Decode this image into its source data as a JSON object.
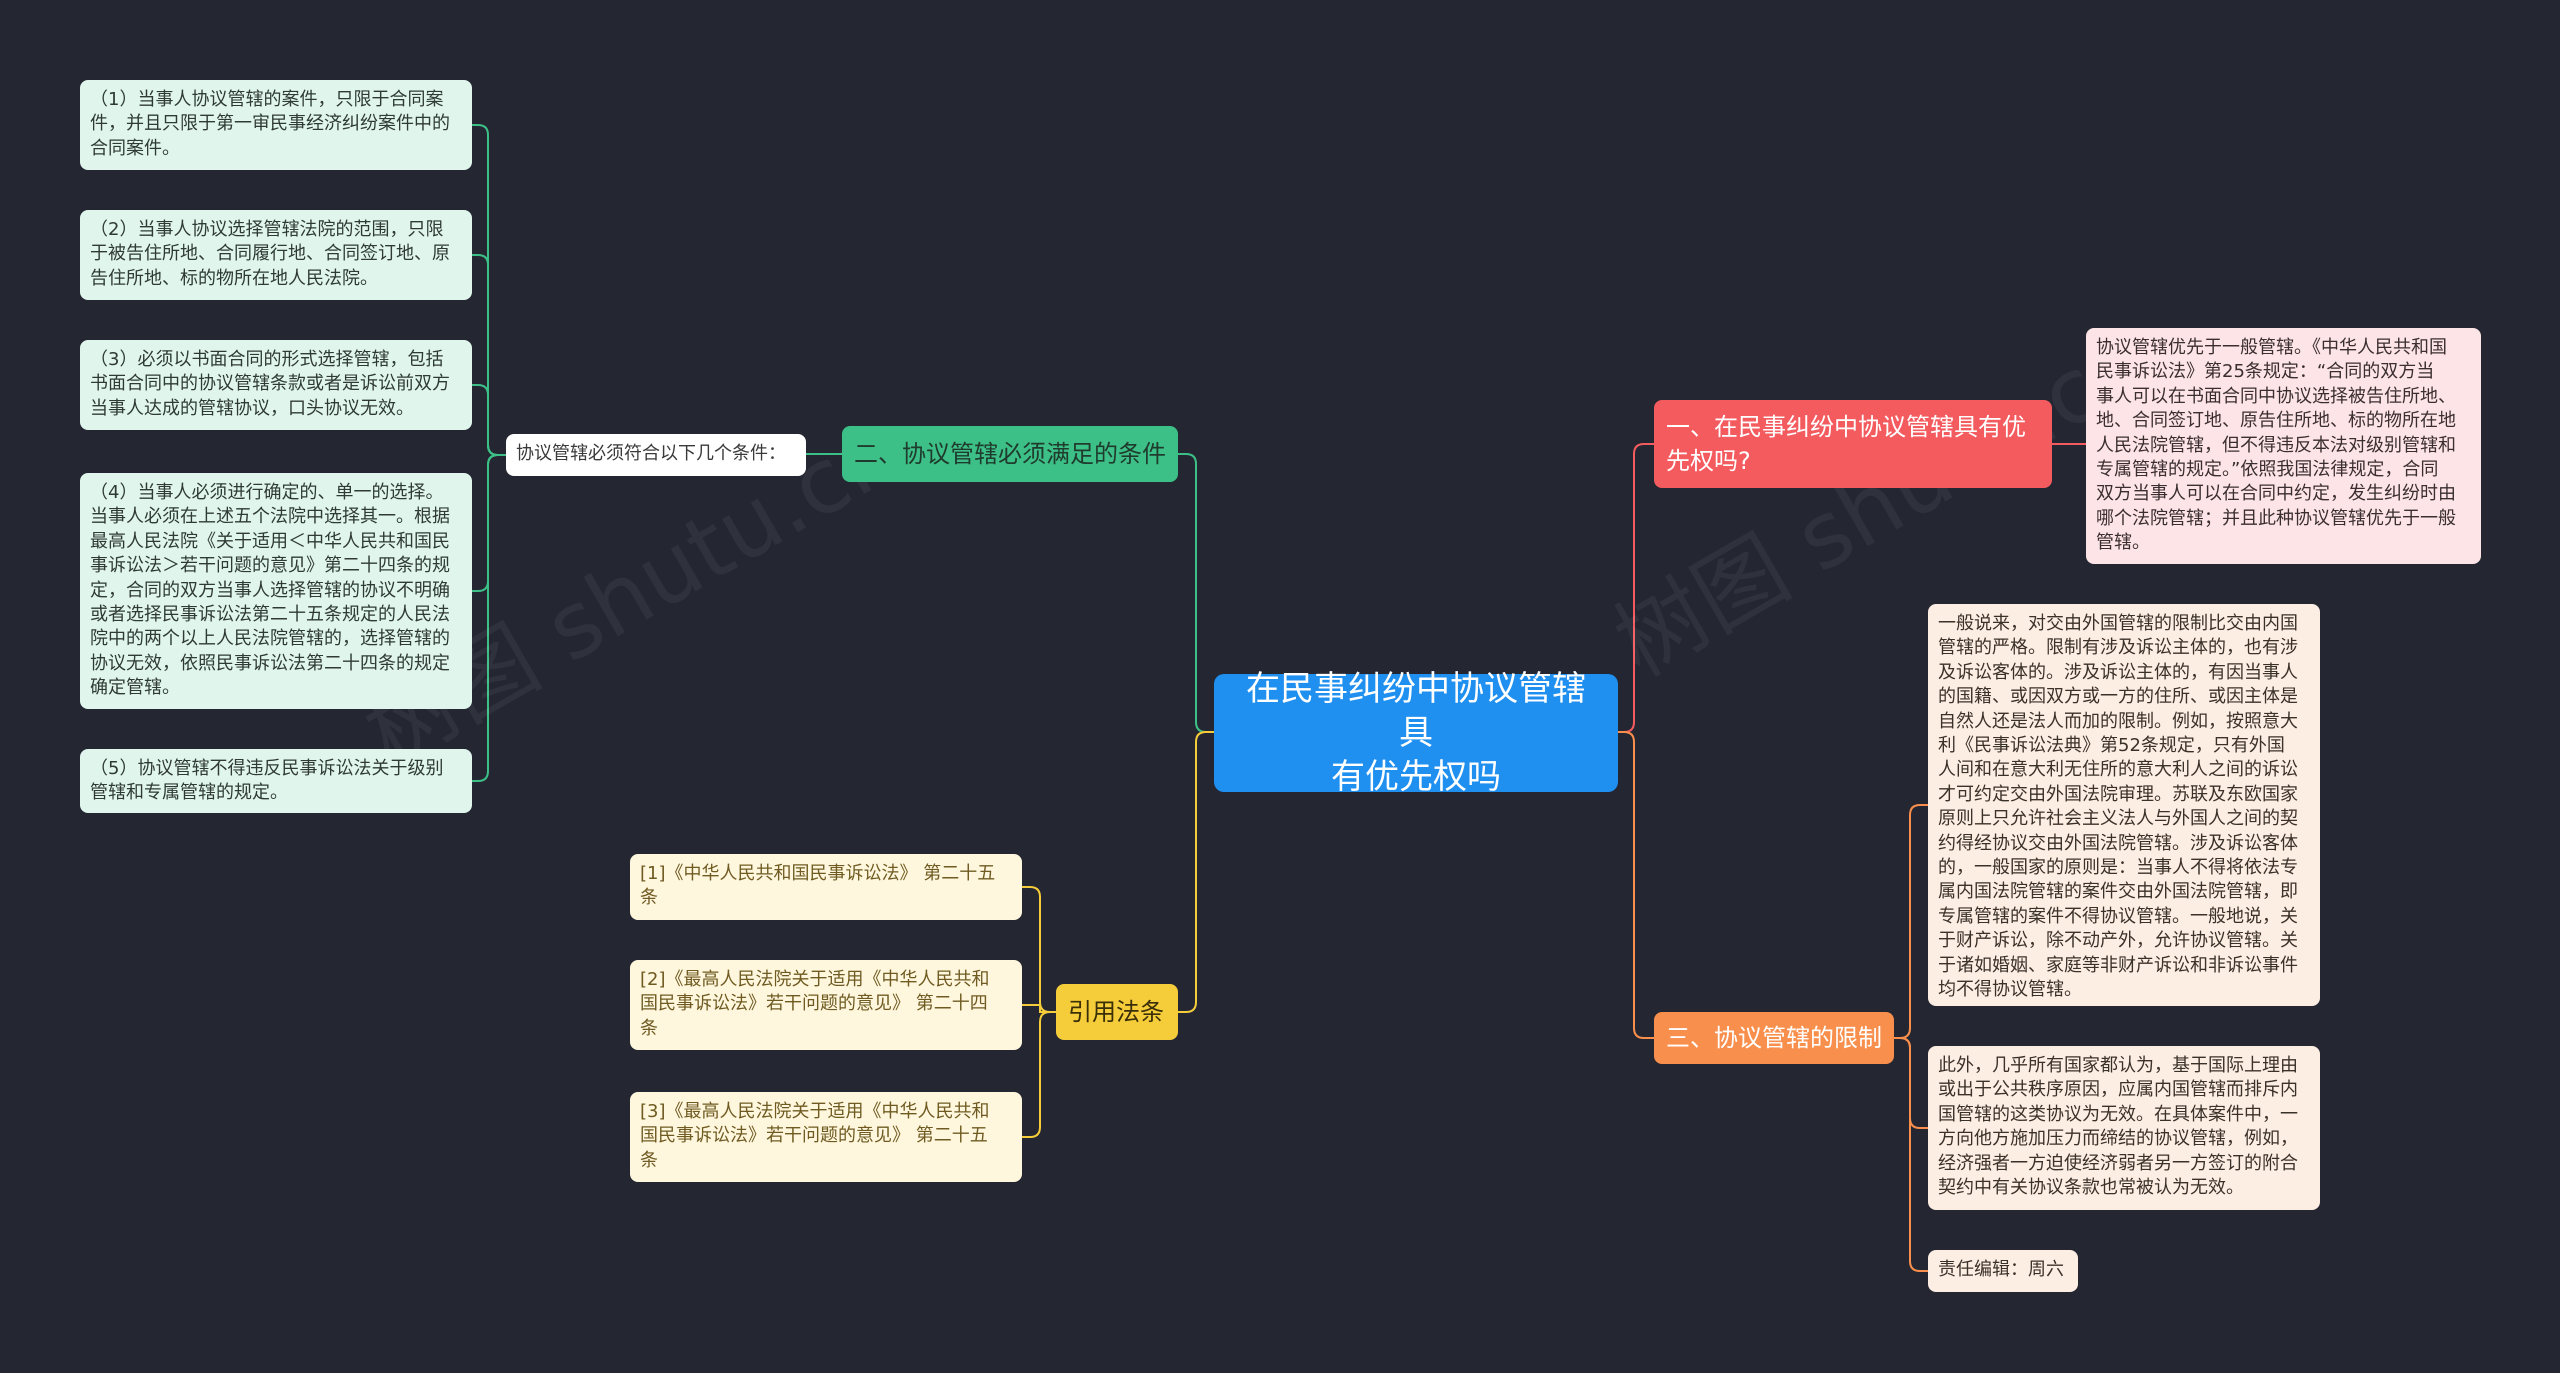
{
  "root": {
    "title": "在民事纠纷中协议管辖具\n有优先权吗"
  },
  "branches": {
    "q1": {
      "title": "一、在民事纠纷中协议管辖具有优\n先权吗?",
      "detail": "协议管辖优先于一般管辖。《中华人民共和国\n民事诉讼法》第25条规定：“合同的双方当\n事人可以在书面合同中协议选择被告住所地、\n地、合同签订地、原告住所地、标的物所在地\n人民法院管辖，但不得违反本法对级别管辖和\n专属管辖的规定。”依照我国法律规定，合同\n双方当事人可以在合同中约定，发生纠纷时由\n哪个法院管辖；并且此种协议管辖优先于一般\n管辖。"
    },
    "q2": {
      "title": "二、协议管辖必须满足的条件",
      "sub_label": "协议管辖必须符合以下几个条件：",
      "items": [
        "（1）当事人协议管辖的案件，只限于合同案\n件，并且只限于第一审民事经济纠纷案件中的\n合同案件。",
        "（2）当事人协议选择管辖法院的范围，只限\n于被告住所地、合同履行地、合同签订地、原\n告住所地、标的物所在地人民法院。",
        "（3）必须以书面合同的形式选择管辖，包括\n书面合同中的协议管辖条款或者是诉讼前双方\n当事人达成的管辖协议，口头协议无效。",
        "（4）当事人必须进行确定的、单一的选择。\n当事人必须在上述五个法院中选择其一。根据\n最高人民法院《关于适用＜中华人民共和国民\n事诉讼法＞若干问题的意见》第二十四条的规\n定，合同的双方当事人选择管辖的协议不明确\n或者选择民事诉讼法第二十五条规定的人民法\n院中的两个以上人民法院管辖的，选择管辖的\n协议无效，依照民事诉讼法第二十四条的规定\n确定管辖。",
        "（5）协议管辖不得违反民事诉讼法关于级别\n管辖和专属管辖的规定。"
      ]
    },
    "q3": {
      "title": "三、协议管辖的限制",
      "items": [
        "一般说来，对交由外国管辖的限制比交由内国\n管辖的严格。限制有涉及诉讼主体的，也有涉\n及诉讼客体的。涉及诉讼主体的，有因当事人\n的国籍、或因双方或一方的住所、或因主体是\n自然人还是法人而加的限制。例如，按照意大\n利《民事诉讼法典》第52条规定，只有外国\n人间和在意大利无住所的意大利人之间的诉讼\n才可约定交由外国法院审理。苏联及东欧国家\n原则上只允许社会主义法人与外国人之间的契\n约得经协议交由外国法院管辖。涉及诉讼客体\n的，一般国家的原则是：当事人不得将依法专\n属内国法院管辖的案件交由外国法院管辖，即\n专属管辖的案件不得协议管辖。一般地说，关\n于财产诉讼，除不动产外，允许协议管辖。关\n于诸如婚姻、家庭等非财产诉讼和非诉讼事件\n均不得协议管辖。",
        "此外，几乎所有国家都认为，基于国际上理由\n或出于公共秩序原因，应属内国管辖而排斥内\n国管辖的这类协议为无效。在具体案件中，一\n方向他方施加压力而缔结的协议管辖，例如，\n经济强者一方迫使经济弱者另一方签订的附合\n契约中有关协议条款也常被认为无效。",
        "责任编辑：周六"
      ]
    },
    "q4": {
      "title": "引用法条",
      "items": [
        "[1]《中华人民共和国民事诉讼法》 第二十五\n条",
        "[2]《最高人民法院关于适用《中华人民共和\n国民事诉讼法》若干问题的意见》 第二十四\n条",
        "[3]《最高人民法院关于适用《中华人民共和\n国民事诉讼法》若干问题的意见》 第二十五\n条"
      ]
    }
  },
  "colors": {
    "background": "#242732",
    "root": "#1f8ff0",
    "green": "#3dc087",
    "red": "#f45b5f",
    "orange": "#f98f4c",
    "yellow": "#f5cc3a"
  }
}
